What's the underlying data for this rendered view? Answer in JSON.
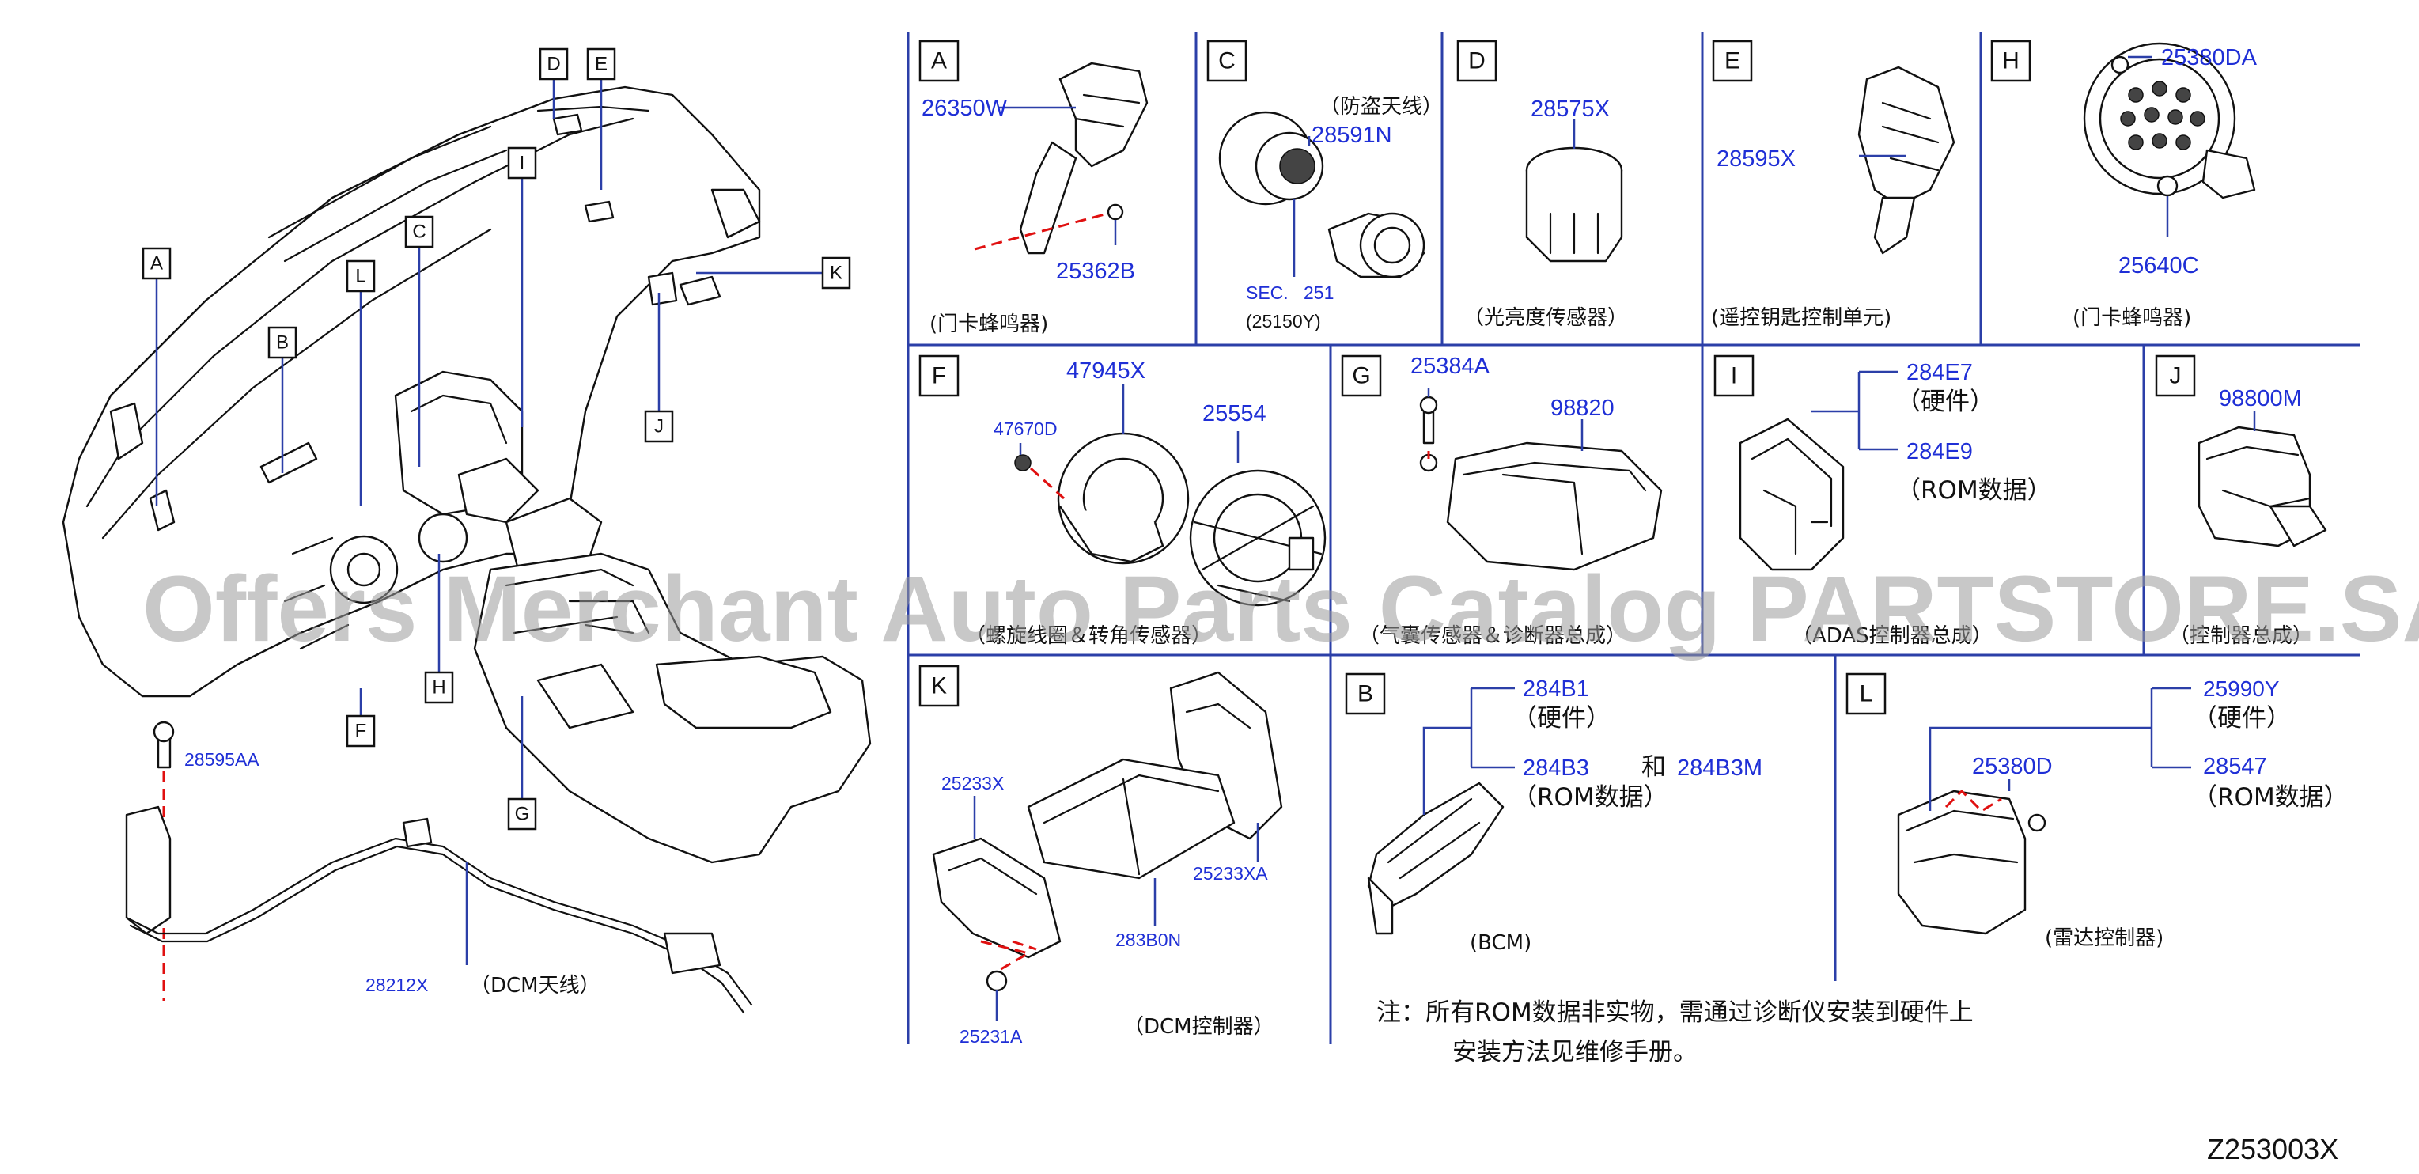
{
  "overview": {
    "labels": [
      "A",
      "B",
      "C",
      "D",
      "E",
      "F",
      "G",
      "H",
      "I",
      "J",
      "K",
      "L"
    ],
    "pn_28595AA": "28595AA",
    "pn_28212X": "28212X",
    "cap_dcm_antenna": "（DCM天线）"
  },
  "panels": {
    "A": {
      "letter": "A",
      "pn1": "26350W",
      "pn2": "25362B",
      "caption": "(门卡蜂鸣器)"
    },
    "C": {
      "letter": "C",
      "caption_top": "（防盗天线）",
      "pn1": "28591N",
      "sec_text": "SEC.",
      "sec_num": "251",
      "sec_ref": "(25150Y)"
    },
    "D": {
      "letter": "D",
      "pn1": "28575X",
      "caption": "（光亮度传感器）"
    },
    "E": {
      "letter": "E",
      "pn1": "28595X",
      "caption": "(遥控钥匙控制单元)"
    },
    "H": {
      "letter": "H",
      "pn1": "25380DA",
      "pn2": "25640C",
      "caption": "(门卡蜂鸣器)"
    },
    "F": {
      "letter": "F",
      "pn1": "47945X",
      "pn2": "25554",
      "pn3": "47670D",
      "caption": "（螺旋线圈＆转角传感器）"
    },
    "G": {
      "letter": "G",
      "pn1": "25384A",
      "pn2": "98820",
      "caption": "（气囊传感器＆诊断器总成）"
    },
    "I": {
      "letter": "I",
      "pn1": "284E7",
      "hw": "（硬件）",
      "pn2": "284E9",
      "rom": "（ROM数据）",
      "caption": "（ADAS控制器总成）"
    },
    "J": {
      "letter": "J",
      "pn1": "98800M",
      "caption": "（控制器总成）"
    },
    "K": {
      "letter": "K",
      "pn1": "25233X",
      "pn2": "25233XA",
      "pn3": "283B0N",
      "pn4": "25231A",
      "caption": "（DCM控制器）"
    },
    "B": {
      "letter": "B",
      "pn1": "284B1",
      "hw": "（硬件）",
      "pn2": "284B3",
      "and": "和",
      "pn3": "284B3M",
      "rom": "（ROM数据）",
      "caption": "(BCM)"
    },
    "L": {
      "letter": "L",
      "pn1": "25990Y",
      "hw": "（硬件）",
      "pn2": "28547",
      "rom": "（ROM数据）",
      "pn3": "25380D",
      "caption": "(雷达控制器)"
    }
  },
  "note": {
    "line1": "注：所有ROM数据非实物，需通过诊断仪安装到硬件上",
    "line2": "安装方法见维修手册。"
  },
  "watermark": "Offers Merchant Auto Parts Catalog PARTSTORE.SA",
  "diagram_code": "Z253003X",
  "colors": {
    "part_number": "#1f2fd6",
    "divider": "#2b3fa8",
    "guide": "#e01010"
  }
}
